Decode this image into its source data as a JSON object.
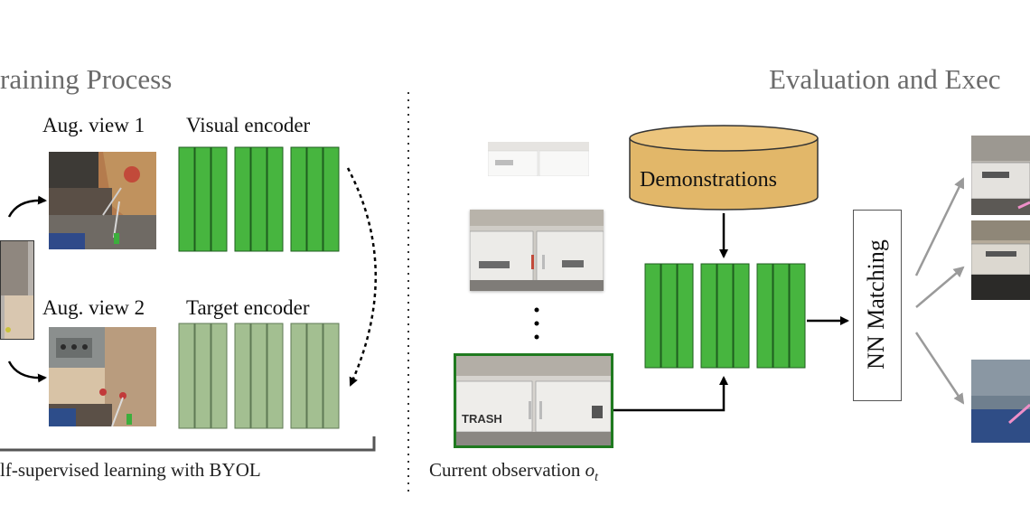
{
  "left_panel": {
    "title": "raining Process",
    "aug_view_1": "Aug. view 1",
    "aug_view_2": "Aug. view 2",
    "visual_encoder": "Visual encoder",
    "target_encoder": "Target encoder",
    "caption": "lf-supervised learning with BYOL"
  },
  "right_panel": {
    "title": "Evaluation and Exec",
    "demonstrations": "Demonstrations",
    "nn_matching": "NN Matching",
    "current_observation": "Current observation",
    "observation_symbol": "o",
    "observation_subscript": "t",
    "trash_label": "TRASH"
  },
  "colors": {
    "encoder_green": "#47b53f",
    "target_green": "#a3bf91",
    "database_fill": "#e2b769",
    "frame_green": "#1f7a1f",
    "arrow_gray": "#9a9a9a"
  }
}
